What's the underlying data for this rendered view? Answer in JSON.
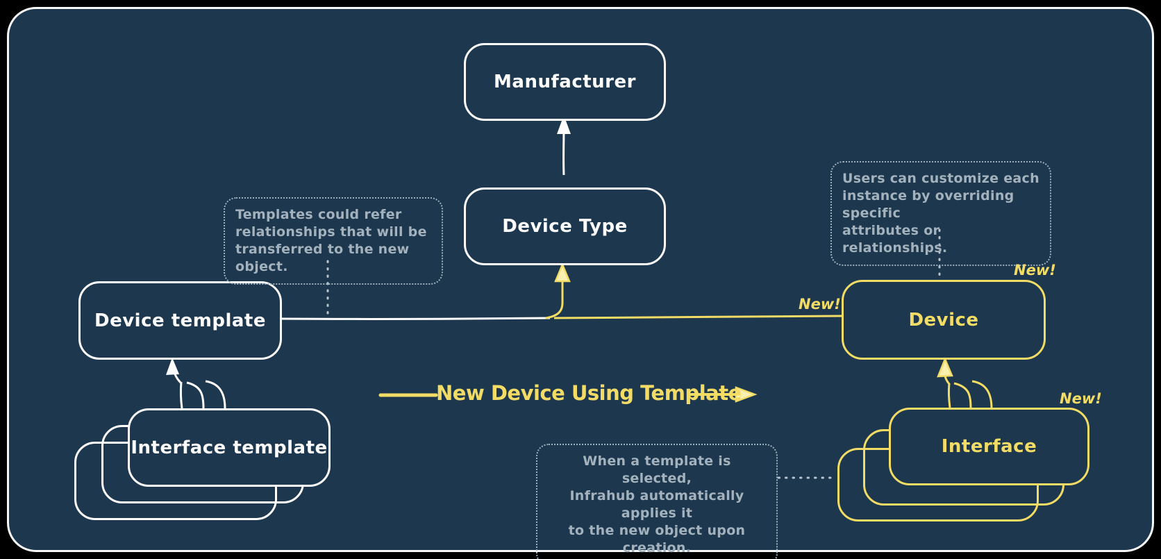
{
  "colors": {
    "background": "#000000",
    "panel": "#1d384e",
    "stroke_white": "#fdfdfd",
    "accent_yellow": "#f3dc65",
    "note_text": "#a4b2bd"
  },
  "nodes": {
    "manufacturer": "Manufacturer",
    "device_type": "Device Type",
    "device_template": "Device template",
    "interface_template": "Interface template",
    "device": "Device",
    "interface": "Interface"
  },
  "annotations": {
    "templates_note": "Templates could refer\nrelationships that will be\ntransferred to the new object.",
    "customize_note": "Users can customize each\ninstance by overriding specific\nattributes or relationships.",
    "apply_note": "When a template is selected,\nInfrahub automatically applies it\nto the new object upon creation."
  },
  "flow": {
    "label": "New Device Using Template"
  },
  "badge": {
    "new": "New!"
  }
}
